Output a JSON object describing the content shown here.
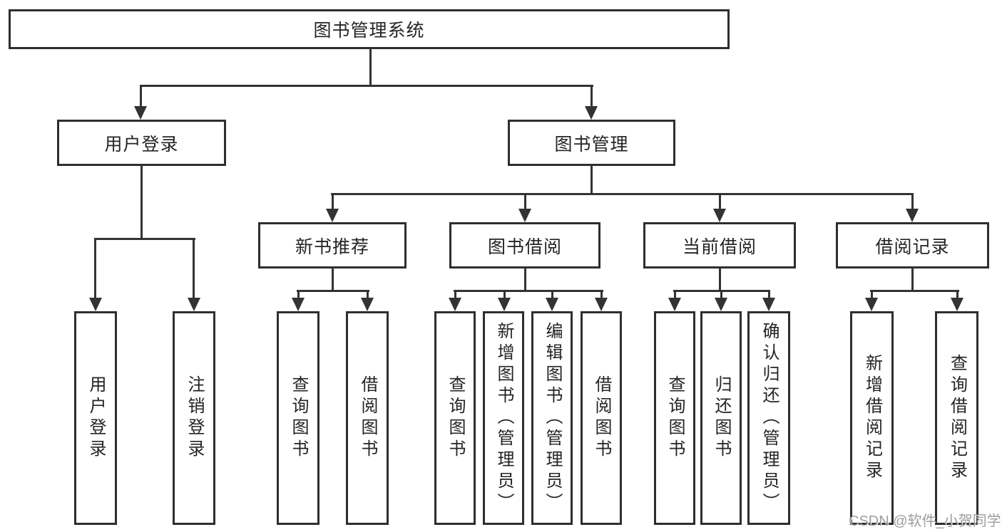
{
  "tree": {
    "label": "图书管理系统",
    "children": [
      {
        "label": "用户登录",
        "children": [
          {
            "label": "用户登录"
          },
          {
            "label": "注销登录"
          }
        ]
      },
      {
        "label": "图书管理",
        "children": [
          {
            "label": "新书推荐",
            "children": [
              {
                "label": "查询图书"
              },
              {
                "label": "借阅图书"
              }
            ]
          },
          {
            "label": "图书借阅",
            "children": [
              {
                "label": "查询图书"
              },
              {
                "label": "新增图书（管理员）"
              },
              {
                "label": "编辑图书（管理员）"
              },
              {
                "label": "借阅图书"
              }
            ]
          },
          {
            "label": "当前借阅",
            "children": [
              {
                "label": "查询图书"
              },
              {
                "label": "归还图书"
              },
              {
                "label": "确认归还（管理员）"
              }
            ]
          },
          {
            "label": "借阅记录",
            "children": [
              {
                "label": "新增借阅记录"
              },
              {
                "label": "查询借阅记录"
              }
            ]
          }
        ]
      }
    ]
  },
  "watermark": {
    "text": "CSDN @软件_小贺同学"
  },
  "colors": {
    "background": "#ffffff",
    "line": "#333333",
    "box_border": "#2e2e2e",
    "text": "#242424",
    "watermark": "#8c8c8c"
  }
}
